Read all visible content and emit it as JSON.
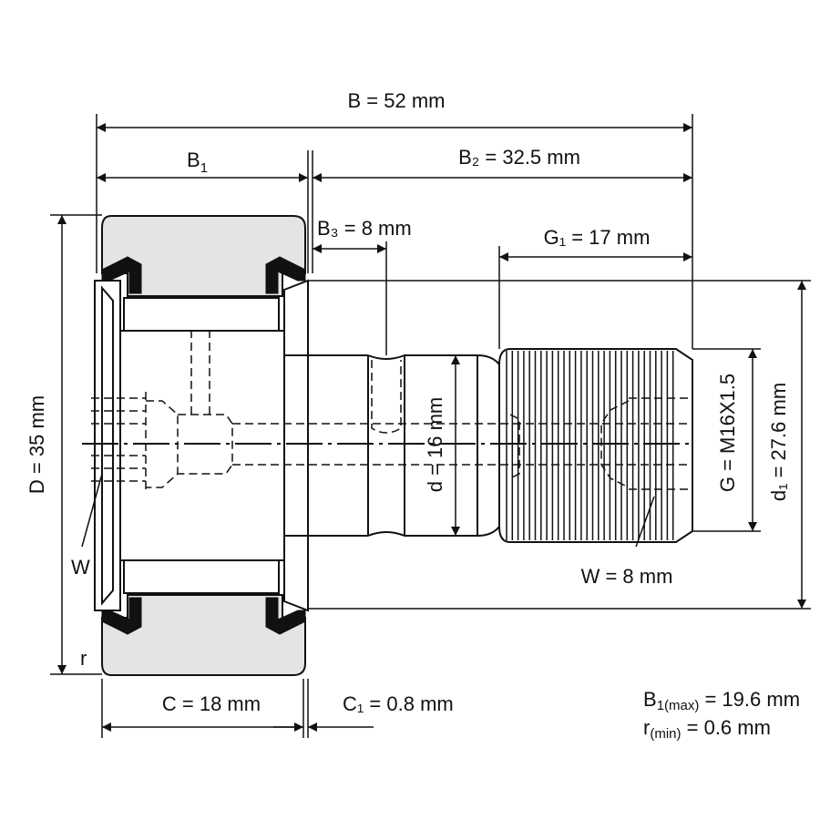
{
  "labels": {
    "B": "B = 52 mm",
    "B1": "B",
    "B1_sub": "1",
    "B2": "B₂ = 32.5 mm",
    "B3": "B₃ = 8 mm",
    "G1": "G₁ = 17 mm",
    "D": "D = 35 mm",
    "d": "d = 16 mm",
    "G": "G = M16X1.5",
    "d1": "d₁ = 27.6 mm",
    "W_left": "W",
    "W_right": "W = 8 mm",
    "r": "r",
    "C": "C = 18 mm",
    "C1": "C₁ = 0.8 mm",
    "B1max_main": "B",
    "B1max_sub": "1(max)",
    "B1max_val": " = 19.6 mm",
    "rmin_main": "r",
    "rmin_sub": "(min)",
    "rmin_val": " = 0.6 mm"
  },
  "colors": {
    "line": "#111111",
    "outer_ring_fill": "#e4e4e4",
    "seal_fill": "#111111",
    "background": "#ffffff"
  }
}
